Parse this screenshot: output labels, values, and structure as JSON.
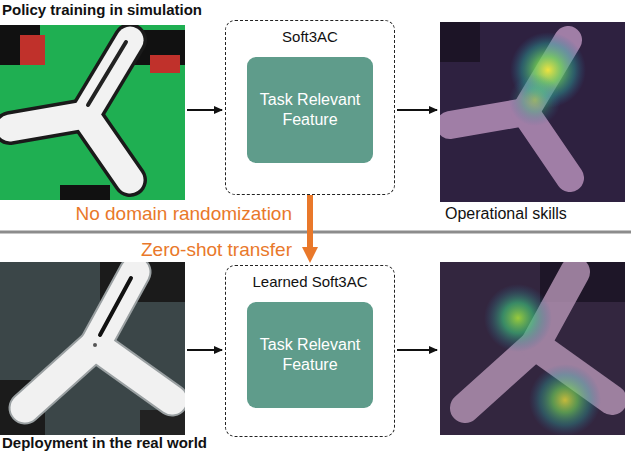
{
  "diagram": {
    "nodes": [
      {
        "text": [
          "Soft3AC"
        ]
      },
      {
        "text": [
          "Task Relevant Feature"
        ],
        "in": 0
      },
      {
        "text": [
          "Learned Soft3AC"
        ]
      },
      {
        "text": [
          "Task Relevant Feature"
        ],
        "in": 2
      }
    ],
    "edges": [
      {
        "from": 0,
        "to": 2,
        "arrow": "to"
      }
    ],
    "labels": [
      "Policy training in simulation",
      "No domain randomization",
      "Operational skills",
      "Zero-shot transfer",
      "Deployment in the real world"
    ]
  }
}
